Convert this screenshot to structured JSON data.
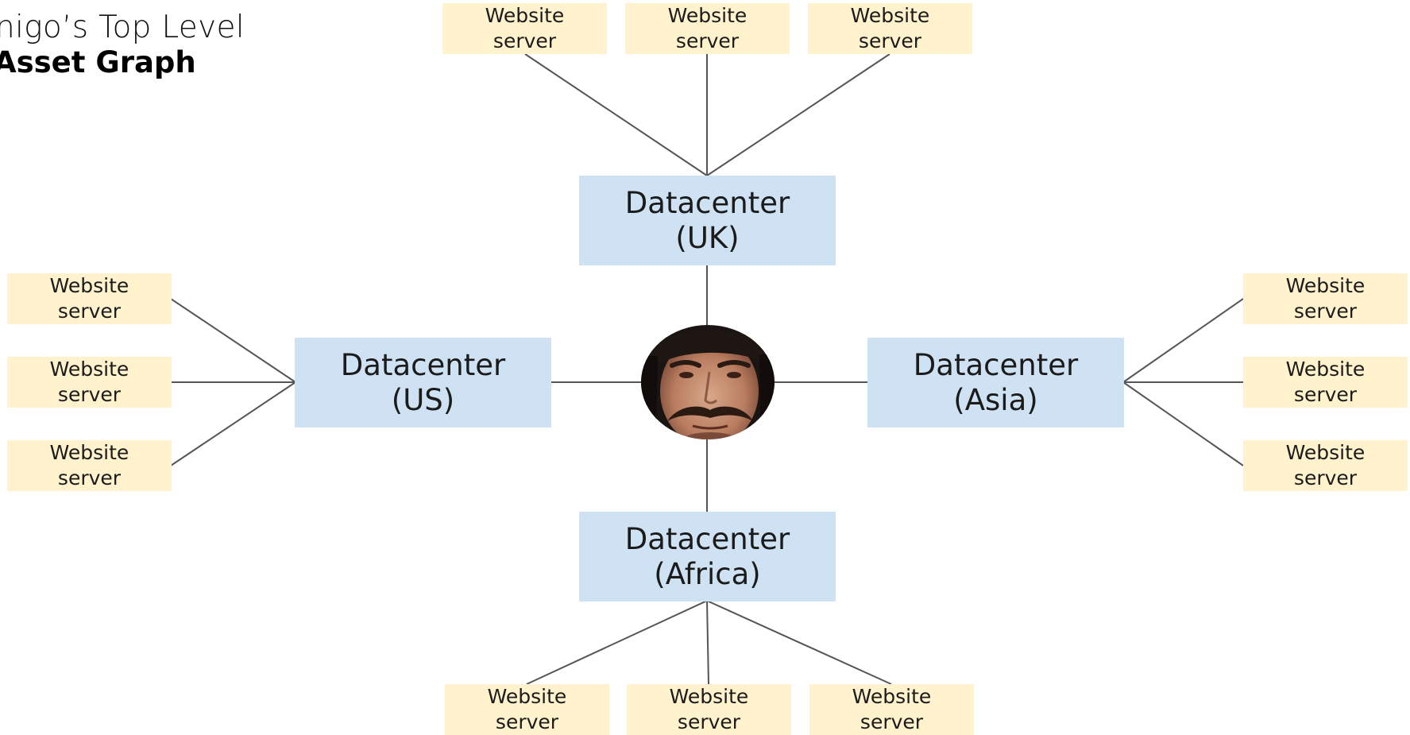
{
  "title": {
    "line1": "nigo’s Top Level",
    "line2": "Asset Graph"
  },
  "datacenters": {
    "uk": {
      "line1": "Datacenter",
      "line2": "(UK)"
    },
    "us": {
      "line1": "Datacenter",
      "line2": "(US)"
    },
    "asia": {
      "line1": "Datacenter",
      "line2": "(Asia)"
    },
    "africa": {
      "line1": "Datacenter",
      "line2": "(Africa)"
    }
  },
  "server": {
    "line1": "Website",
    "line2": "server"
  },
  "center": {
    "image": "portrait-of-mustached-man"
  },
  "colors": {
    "datacenter_fill": "#cfe2f3",
    "server_fill": "#fff2cc",
    "edge": "#555555"
  }
}
